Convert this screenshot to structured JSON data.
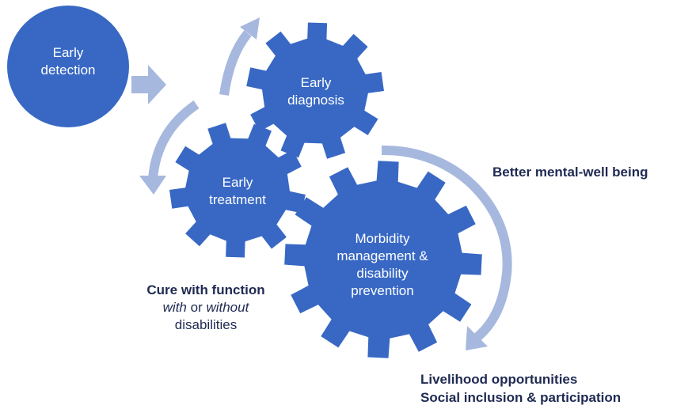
{
  "colors": {
    "gear": "#3868c4",
    "arrow": "#a7b8df",
    "dark_text": "#1f2a52",
    "white_text": "#ffffff"
  },
  "nodes": {
    "early_detection": [
      "Early",
      "detection"
    ],
    "early_diagnosis": [
      "Early",
      "diagnosis"
    ],
    "early_treatment": [
      "Early",
      "treatment"
    ],
    "morbidity": [
      "Morbidity",
      "management &",
      "disability",
      "prevention"
    ]
  },
  "outcomes": {
    "mental": "Better mental-well being",
    "cure_title": "Cure with function",
    "cure_with": "with",
    "cure_or": " or ",
    "cure_without": "without",
    "cure_disabilities": "disabilities",
    "livelihood": "Livelihood opportunities",
    "social": "Social inclusion & participation"
  }
}
